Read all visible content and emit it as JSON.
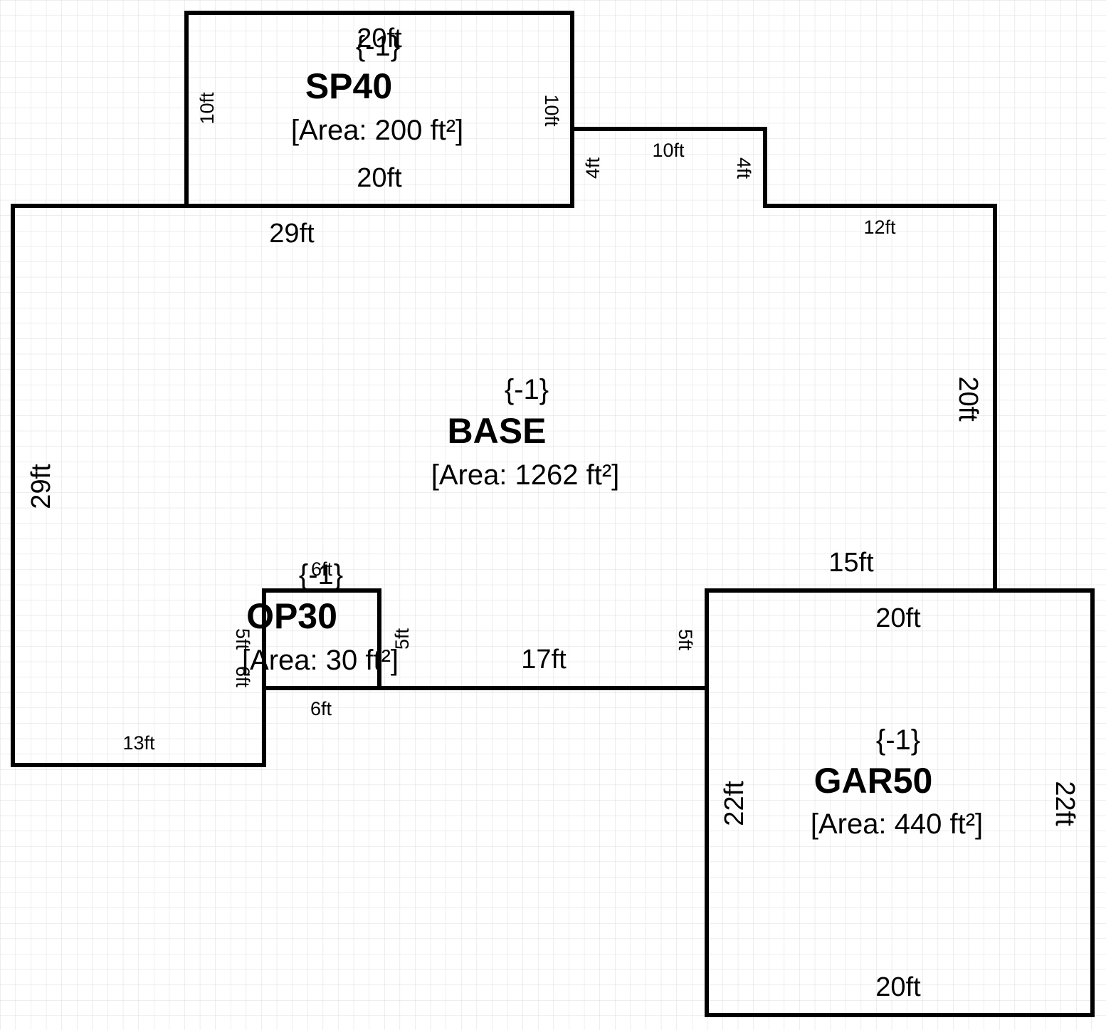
{
  "colors": {
    "background": "#ffffff",
    "grid": "#d9d9d9",
    "walls": "#000000",
    "text": "#000000"
  },
  "rooms": {
    "sp40": {
      "code": "{-1}",
      "name": "SP40",
      "area": "[Area: 200 ft²]"
    },
    "base": {
      "code": "{-1}",
      "name": "BASE",
      "area": "[Area: 1262 ft²]"
    },
    "op30": {
      "code": "{-1}",
      "name": "OP30",
      "area": "[Area: 30 ft²]"
    },
    "gar50": {
      "code": "{-1}",
      "name": "GAR50",
      "area": "[Area: 440 ft²]"
    }
  },
  "dimensions": {
    "sp40_top": "20ft",
    "sp40_left": "10ft",
    "sp40_right": "10ft",
    "sp40_bottom": "20ft",
    "base_top": "29ft",
    "base_left": "29ft",
    "base_notch_left": "4ft",
    "base_notch_top": "10ft",
    "base_notch_right": "4ft",
    "base_top_right": "12ft",
    "base_right": "20ft",
    "base_step": "15ft",
    "base_inner_right": "5ft",
    "base_bottom_mid": "17ft",
    "base_bottom_left": "13ft",
    "base_left_step": "6ft",
    "op30_top": "6ft",
    "op30_left": "5ft",
    "op30_right": "5ft",
    "op30_bottom": "6ft",
    "gar50_top": "20ft",
    "gar50_left": "22ft",
    "gar50_right": "22ft",
    "gar50_bottom": "20ft"
  }
}
